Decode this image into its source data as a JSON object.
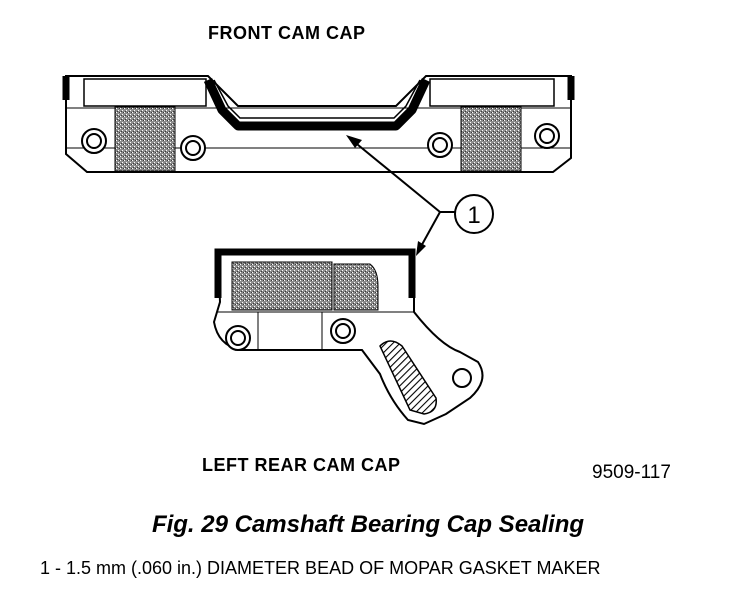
{
  "labels": {
    "front_cam_cap": "FRONT CAM CAP",
    "left_rear_cam_cap": "LEFT REAR CAM CAP",
    "callout": "1"
  },
  "figure_number": "9509-117",
  "caption": "Fig. 29 Camshaft Bearing Cap Sealing",
  "legend": {
    "items": [
      "1 - 1.5 mm (.060 in.) DIAMETER BEAD OF MOPAR GASKET MAKER"
    ]
  },
  "colors": {
    "line": "#000000",
    "background": "#ffffff",
    "shaded_area": "#8c8c8c"
  }
}
